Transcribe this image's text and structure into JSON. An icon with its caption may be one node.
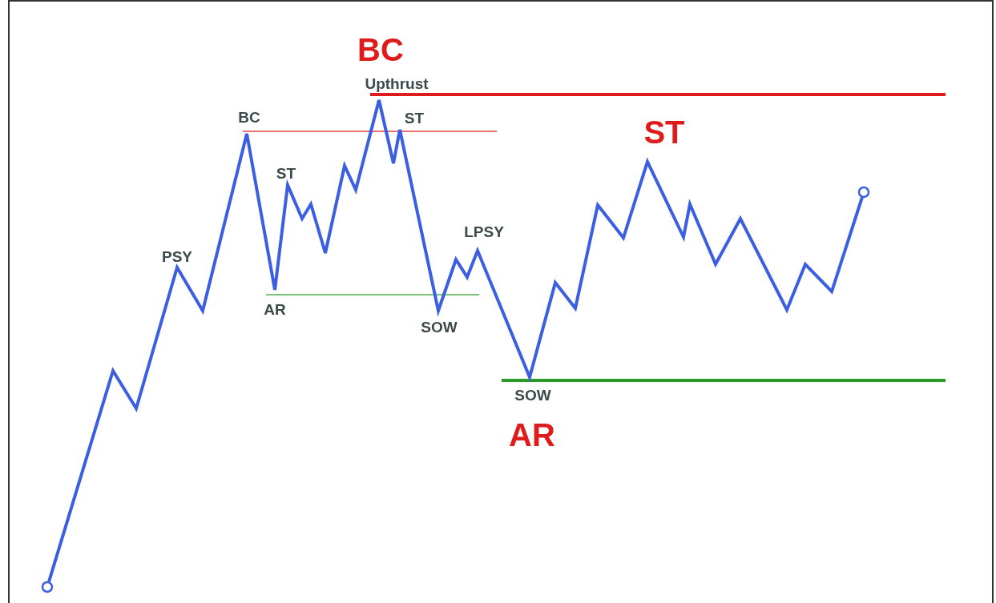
{
  "diagram": {
    "nodes": [
      {
        "text": [],
        "shape": "circle"
      },
      {
        "text": [],
        "shape": "circle"
      }
    ],
    "edges": [
      {
        "from": 0,
        "to": 1,
        "arrow": "none"
      }
    ],
    "labels": [
      "BC",
      "Upthrust",
      "BC",
      "ST",
      "ST",
      "ST",
      "PSY",
      "LPSY",
      "AR",
      "SOW",
      "SOW",
      "AR"
    ]
  }
}
